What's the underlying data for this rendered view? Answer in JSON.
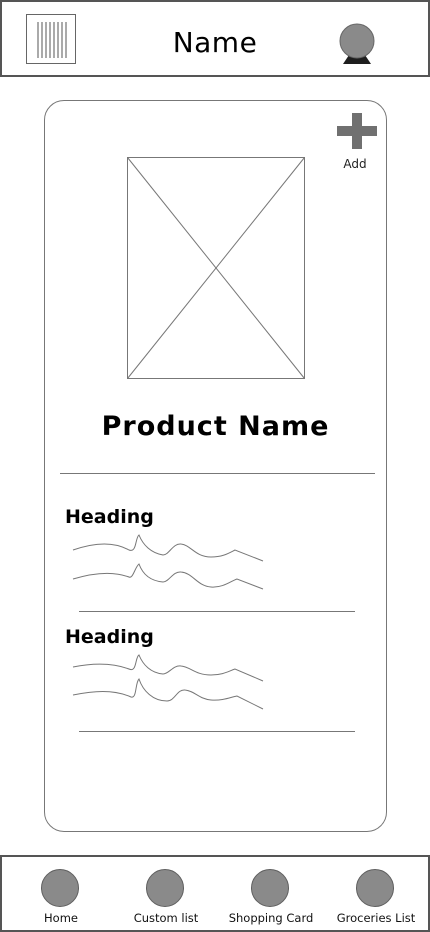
{
  "header": {
    "title": "Name",
    "barcode_icon": "barcode-icon",
    "profile_icon": "user-avatar-icon"
  },
  "product": {
    "add_label": "Add",
    "add_icon": "plus-icon",
    "image_icon": "image-placeholder-icon",
    "name": "Product Name",
    "sections": [
      {
        "heading": "Heading"
      },
      {
        "heading": "Heading"
      }
    ]
  },
  "bottom_nav": {
    "items": [
      {
        "label": "Home"
      },
      {
        "label": "Custom list"
      },
      {
        "label": "Shopping Card"
      },
      {
        "label": "Groceries List"
      }
    ]
  },
  "colors": {
    "border": "#555555",
    "icon_gray": "#8a8a8a",
    "plus_gray": "#707070"
  }
}
